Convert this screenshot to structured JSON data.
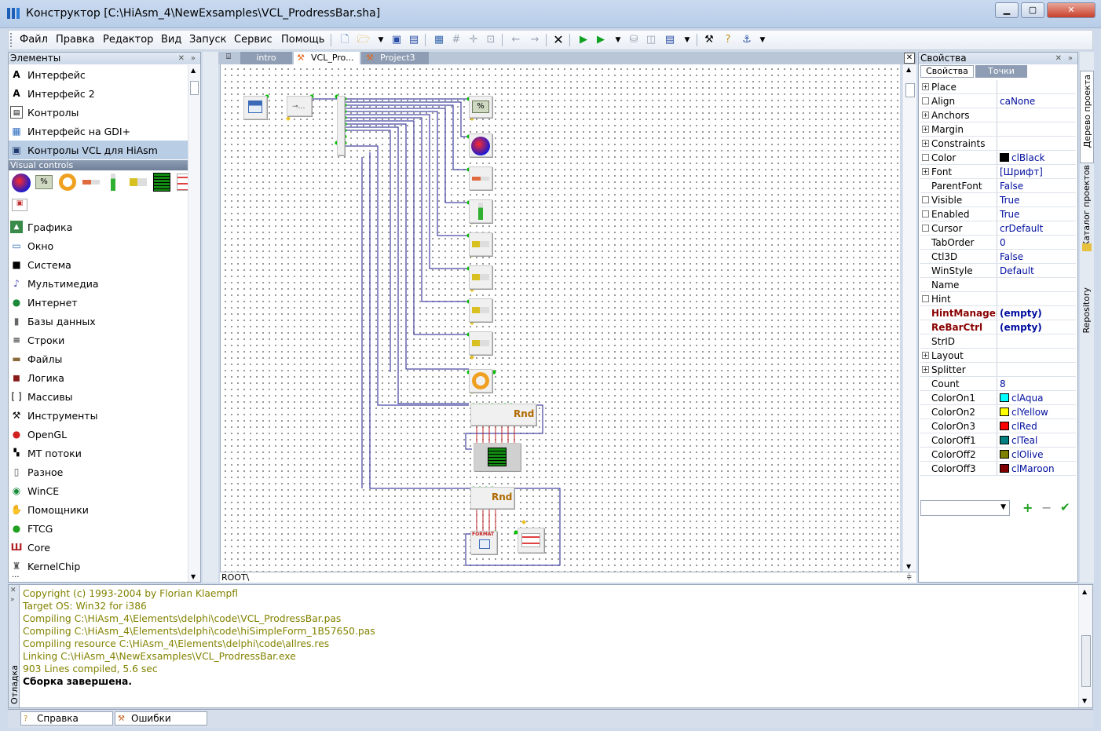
{
  "window": {
    "title": "Конструктор [C:\\HiAsm_4\\NewExsamples\\VCL_ProdressBar.sha]",
    "min_glyph": "▁",
    "max_glyph": "▢",
    "close_glyph": "✕"
  },
  "menu": [
    "Файл",
    "Правка",
    "Редактор",
    "Вид",
    "Запуск",
    "Сервис",
    "Помощь"
  ],
  "left_panel": {
    "title": "Элементы",
    "header_buttons": [
      "✕",
      "»"
    ],
    "top_categories": [
      {
        "label": "Интерфейс",
        "icon": "text-a-icon"
      },
      {
        "label": "Интерфейс 2",
        "icon": "text-a2-icon"
      },
      {
        "label": "Контролы",
        "icon": "controls-icon"
      },
      {
        "label": "Интерфейс на GDI+",
        "icon": "gdi-icon"
      },
      {
        "label": "Контролы VCL для HiAsm",
        "icon": "vcl-icon",
        "selected": true
      }
    ],
    "subgroup_title": "Visual controls",
    "categories": [
      {
        "label": "Графика",
        "icon": "graphics-icon"
      },
      {
        "label": "Окно",
        "icon": "window-icon"
      },
      {
        "label": "Система",
        "icon": "system-icon"
      },
      {
        "label": "Мультимедиа",
        "icon": "music-note-icon"
      },
      {
        "label": "Интернет",
        "icon": "globe-icon"
      },
      {
        "label": "Базы данных",
        "icon": "database-icon"
      },
      {
        "label": "Строки",
        "icon": "strings-icon"
      },
      {
        "label": "Файлы",
        "icon": "folder-icon"
      },
      {
        "label": "Логика",
        "icon": "logic-icon"
      },
      {
        "label": "Массивы",
        "icon": "array-icon"
      },
      {
        "label": "Инструменты",
        "icon": "tools-icon"
      },
      {
        "label": "OpenGL",
        "icon": "opengl-icon"
      },
      {
        "label": "МТ потоки",
        "icon": "threads-icon"
      },
      {
        "label": "Разное",
        "icon": "misc-icon"
      },
      {
        "label": "WinCE",
        "icon": "wince-icon"
      },
      {
        "label": "Помощники",
        "icon": "hand-icon"
      },
      {
        "label": "FTCG",
        "icon": "green-dot-icon"
      },
      {
        "label": "Core",
        "icon": "core-icon"
      },
      {
        "label": "KernelChip",
        "icon": "kernelchip-icon"
      }
    ],
    "more": "..."
  },
  "tabs": [
    {
      "label": "intro",
      "active": false
    },
    {
      "label": "VCL_Pro...",
      "active": true
    },
    {
      "label": "Project3",
      "active": false
    }
  ],
  "canvas": {
    "path": "ROOT\\",
    "percent_label": "%",
    "rnd_label": "Rnd",
    "format_label": "FORMAT"
  },
  "right_panel": {
    "title": "Свойства",
    "tabs": [
      "Свойства",
      "Точки"
    ],
    "properties": [
      {
        "name": "Place",
        "value": "",
        "expand": "+"
      },
      {
        "name": "Align",
        "value": "caNone",
        "check": true
      },
      {
        "name": "Anchors",
        "value": "",
        "expand": "+"
      },
      {
        "name": "Margin",
        "value": "",
        "expand": "+"
      },
      {
        "name": "Constraints",
        "value": "",
        "expand": "+"
      },
      {
        "name": "Color",
        "value": "clBlack",
        "check": true,
        "swatch": "#000000"
      },
      {
        "name": "Font",
        "value": "[Шрифт]",
        "expand": "+"
      },
      {
        "name": "ParentFont",
        "value": "False"
      },
      {
        "name": "Visible",
        "value": "True",
        "check": true
      },
      {
        "name": "Enabled",
        "value": "True",
        "check": true
      },
      {
        "name": "Cursor",
        "value": "crDefault",
        "check": true
      },
      {
        "name": "TabOrder",
        "value": "0"
      },
      {
        "name": "Ctl3D",
        "value": "False"
      },
      {
        "name": "WinStyle",
        "value": "Default"
      },
      {
        "name": "Name",
        "value": ""
      },
      {
        "name": "Hint",
        "value": "",
        "check": true
      },
      {
        "name": "HintManager",
        "value": "(empty)",
        "bold": true
      },
      {
        "name": "ReBarCtrl",
        "value": "(empty)",
        "bold": true
      },
      {
        "name": "StrID",
        "value": ""
      },
      {
        "name": "Layout",
        "value": "",
        "expand": "+"
      },
      {
        "name": "Splitter",
        "value": "",
        "expand": "+"
      },
      {
        "name": "Count",
        "value": "8"
      },
      {
        "name": "ColorOn1",
        "value": "clAqua",
        "swatch": "#00ffff"
      },
      {
        "name": "ColorOn2",
        "value": "clYellow",
        "swatch": "#ffff00"
      },
      {
        "name": "ColorOn3",
        "value": "clRed",
        "swatch": "#ff0000"
      },
      {
        "name": "ColorOff1",
        "value": "clTeal",
        "swatch": "#008080"
      },
      {
        "name": "ColorOff2",
        "value": "clOlive",
        "swatch": "#808000"
      },
      {
        "name": "ColorOff3",
        "value": "clMaroon",
        "swatch": "#800000"
      }
    ],
    "bottom_buttons": {
      "add": "+",
      "remove": "−",
      "apply": "✔"
    }
  },
  "side_tabs": [
    "Дерево проекта",
    "Каталог проектов",
    "Repository"
  ],
  "log": {
    "side_label": "Отладка",
    "lines": [
      "Copyright (c) 1993-2004 by Florian Klaempfl",
      "Target OS: Win32 for i386",
      "Compiling C:\\HiAsm_4\\Elements\\delphi\\code\\VCL_ProdressBar.pas",
      "Compiling C:\\HiAsm_4\\Elements\\delphi\\code\\hiSimpleForm_1B57650.pas",
      "Compiling resource C:\\HiAsm_4\\Elements\\delphi\\code\\allres.res",
      "Linking C:\\HiAsm_4\\NewExsamples\\VCL_ProdressBar.exe",
      "903 Lines compiled, 5.6 sec"
    ],
    "final_line": "Сборка завершена."
  },
  "status_tabs": [
    "Справка",
    "Ошибки"
  ],
  "colors": {
    "link_value": "#000e9e",
    "log_text": "#828200",
    "selected_row": "#b9cde5",
    "wire": "#1a1a8c",
    "point": "#00c000"
  }
}
